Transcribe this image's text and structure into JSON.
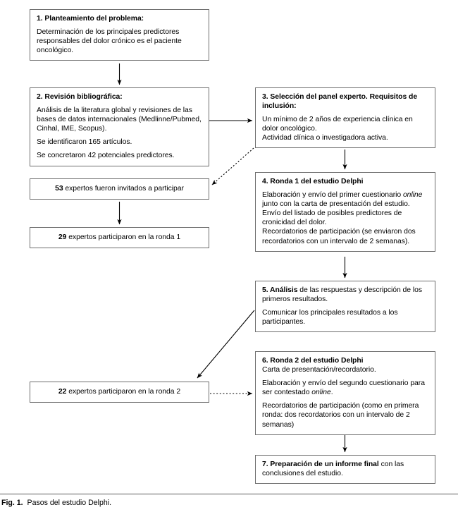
{
  "figure": {
    "label": "Fig. 1.",
    "caption": "Pasos del estudio Delphi."
  },
  "colors": {
    "box_border": "#6d6d6d",
    "connector": "#000000",
    "background": "#ffffff",
    "text": "#000000"
  },
  "nodes": {
    "box1": {
      "name": "planteamiento-del-problema",
      "heading": "1. Planteamiento del problema:",
      "lines": [
        "Determinación de los principales predictores responsables del dolor crónico es el paciente oncológico."
      ]
    },
    "box2": {
      "name": "revision-bibliografica",
      "heading": "2. Revisión bibliográfica:",
      "lines": [
        "Análisis de la literatura global y revisiones de las bases de datos internacionales (Medlinne/Pubmed, Cinhal, IME, Scopus).",
        "Se identificaron 165 artículos.",
        "Se concretaron 42 potenciales predictores."
      ]
    },
    "box3": {
      "name": "seleccion-panel-experto",
      "heading": "3. Selección del panel experto. Requisitos de inclusión:",
      "lines": [
        "Un mínimo de 2 años de experiencia clínica en dolor oncológico.",
        "Actividad clínica o investigadora activa."
      ]
    },
    "box4": {
      "name": "ronda-1-estudio-delphi",
      "heading": "4. Ronda 1 del estudio Delphi",
      "line1_a": "Elaboración y envío del primer cuestionario ",
      "line1_italic": "online",
      "line1_b": " junto con la carta de presentación del estudio.",
      "lines": [
        "Envío del listado de posibles predictores de cronicidad del dolor.",
        "Recordatorios de participación (se enviaron dos recordatorios con un intervalo de 2 semanas)."
      ]
    },
    "box5": {
      "name": "analisis-respuestas",
      "heading": "5. Análisis",
      "heading_rest": " de las respuestas y descripción de los primeros resultados.",
      "lines": [
        "Comunicar los principales resultados a los participantes."
      ]
    },
    "box6": {
      "name": "ronda-2-estudio-delphi",
      "heading": "6. Ronda 2 del estudio Delphi",
      "line1": "Carta de presentación/recordatorio.",
      "line2_a": "Elaboración y envío del segundo cuestionario para ser contestado ",
      "line2_italic": "online",
      "line2_b": ".",
      "lines": [
        "Recordatorios de participación (como en primera ronda: dos recordatorios con un intervalo de 2 semanas)"
      ]
    },
    "box7": {
      "name": "preparacion-informe-final",
      "heading": "7. Preparación de un informe final",
      "heading_rest": " con las conclusiones del estudio."
    },
    "boxA": {
      "name": "expertos-invitados",
      "number": "53",
      "text": " expertos fueron invitados a participar"
    },
    "boxB": {
      "name": "expertos-ronda-1",
      "number": "29",
      "text": " expertos participaron en la ronda 1"
    },
    "boxC": {
      "name": "expertos-ronda-2",
      "number": "22",
      "text": " expertos participaron en la ronda 2"
    }
  },
  "connectors": [
    {
      "name": "arrow-box1-to-box2",
      "style": "solid"
    },
    {
      "name": "arrow-box2-to-box3",
      "style": "solid"
    },
    {
      "name": "arrow-box3-to-expertos-invitados",
      "style": "dotted"
    },
    {
      "name": "arrow-box3-to-box4",
      "style": "solid"
    },
    {
      "name": "arrow-expertos-invitados-to-expertos-ronda1",
      "style": "solid"
    },
    {
      "name": "arrow-box4-to-box5",
      "style": "solid"
    },
    {
      "name": "arrow-box5-to-expertos-ronda2",
      "style": "solid"
    },
    {
      "name": "arrow-expertos-ronda2-to-box6",
      "style": "dotted"
    },
    {
      "name": "arrow-box6-to-box7",
      "style": "solid"
    }
  ]
}
